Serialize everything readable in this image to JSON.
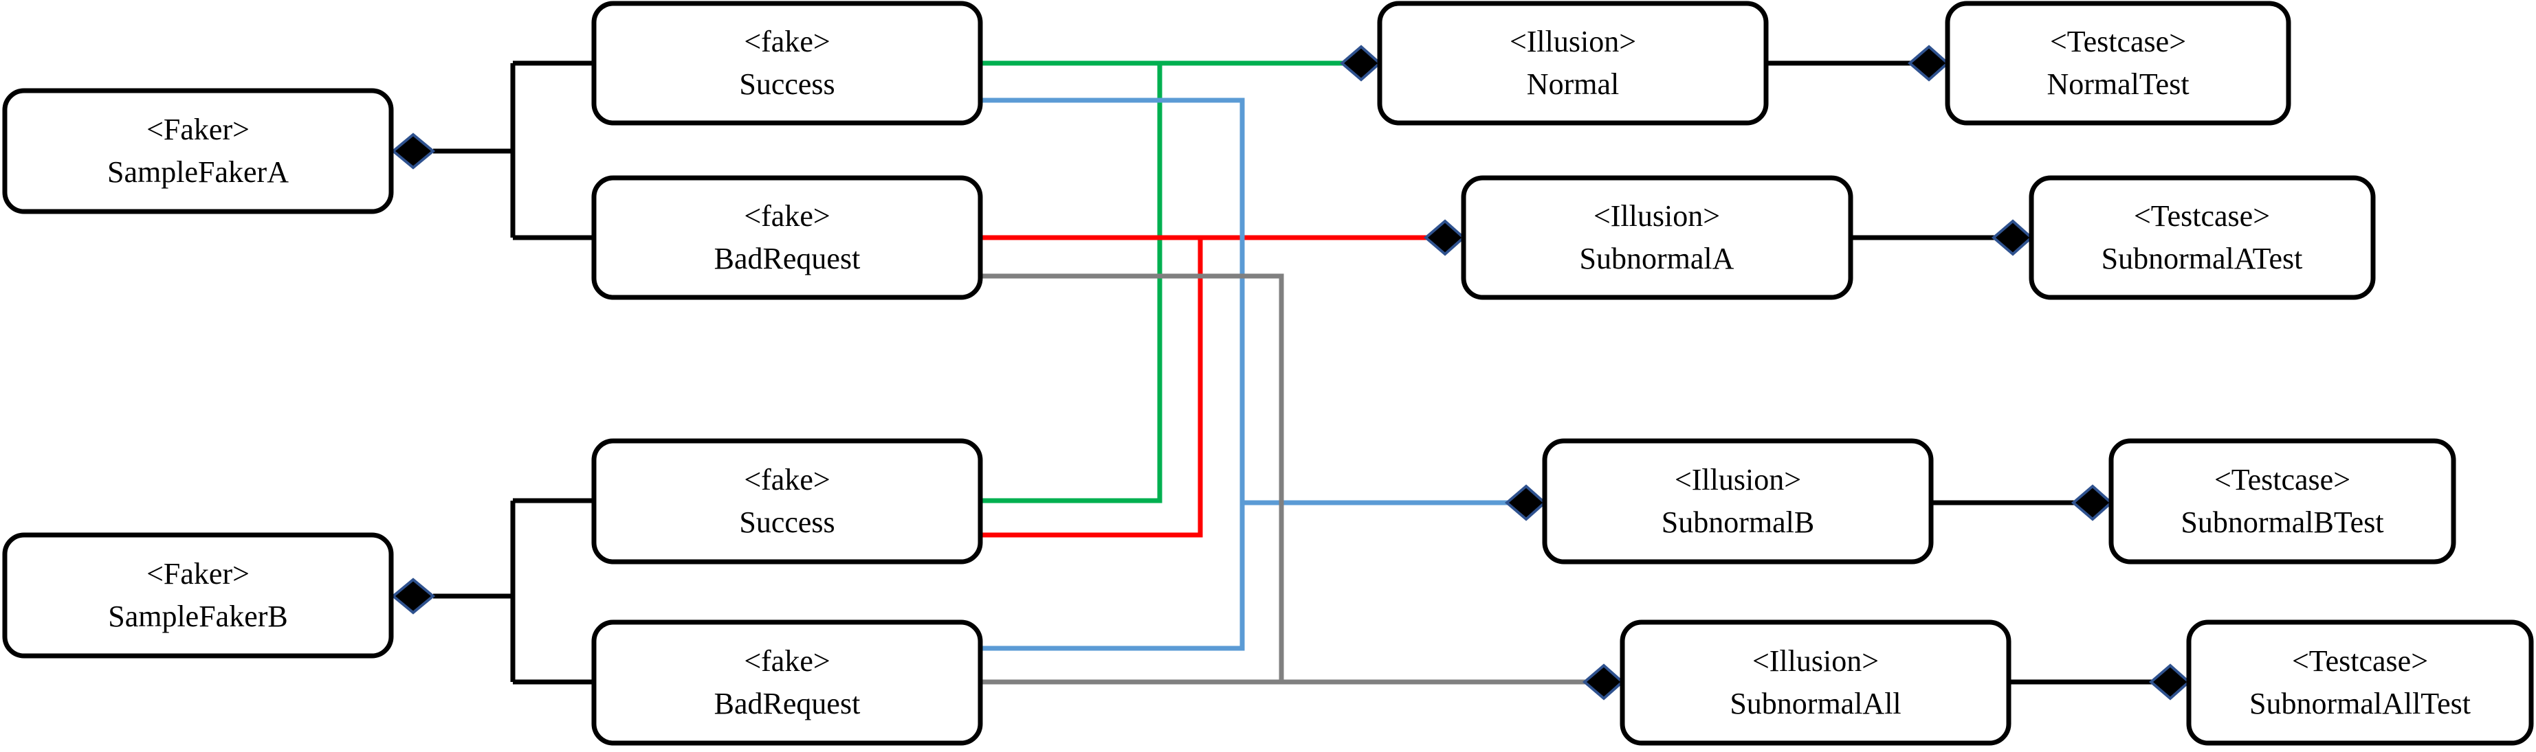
{
  "colors": {
    "success": "#00B050",
    "bad_request_to_subnormal_a": "#FF0000",
    "to_subnormal_b": "#5B9BD5",
    "to_subnormal_all": "#808080",
    "composition": "#000000"
  },
  "nodes": {
    "fakerA": {
      "stereotype": "<Faker>",
      "name": "SampleFakerA"
    },
    "fakerB": {
      "stereotype": "<Faker>",
      "name": "SampleFakerB"
    },
    "successA": {
      "stereotype": "<fake>",
      "name": "Success"
    },
    "badA": {
      "stereotype": "<fake>",
      "name": "BadRequest"
    },
    "successB": {
      "stereotype": "<fake>",
      "name": "Success"
    },
    "badB": {
      "stereotype": "<fake>",
      "name": "BadRequest"
    },
    "normal": {
      "stereotype": "<Illusion>",
      "name": "Normal"
    },
    "subA": {
      "stereotype": "<Illusion>",
      "name": "SubnormalA"
    },
    "subB": {
      "stereotype": "<Illusion>",
      "name": "SubnormalB"
    },
    "subAll": {
      "stereotype": "<Illusion>",
      "name": "SubnormalAll"
    },
    "normalTest": {
      "stereotype": "<Testcase>",
      "name": "NormalTest"
    },
    "subATest": {
      "stereotype": "<Testcase>",
      "name": "SubnormalATest"
    },
    "subBTest": {
      "stereotype": "<Testcase>",
      "name": "SubnormalBTest"
    },
    "subAllTest": {
      "stereotype": "<Testcase>",
      "name": "SubnormalAllTest"
    }
  },
  "edges": [
    {
      "from": "successA",
      "to": "normal",
      "color": "success"
    },
    {
      "from": "successB",
      "to": "normal",
      "color": "success"
    },
    {
      "from": "badA",
      "to": "subA",
      "color": "bad_request_to_subnormal_a"
    },
    {
      "from": "successB",
      "to": "subA",
      "color": "bad_request_to_subnormal_a"
    },
    {
      "from": "successA",
      "to": "subB",
      "color": "to_subnormal_b"
    },
    {
      "from": "badB",
      "to": "subB",
      "color": "to_subnormal_b"
    },
    {
      "from": "badA",
      "to": "subAll",
      "color": "to_subnormal_all"
    },
    {
      "from": "badB",
      "to": "subAll",
      "color": "to_subnormal_all"
    },
    {
      "from": "fakerA",
      "to": [
        "successA",
        "badA"
      ],
      "color": "composition"
    },
    {
      "from": "fakerB",
      "to": [
        "successB",
        "badB"
      ],
      "color": "composition"
    },
    {
      "from": "normal",
      "to": "normalTest",
      "color": "composition"
    },
    {
      "from": "subA",
      "to": "subATest",
      "color": "composition"
    },
    {
      "from": "subB",
      "to": "subBTest",
      "color": "composition"
    },
    {
      "from": "subAll",
      "to": "subAllTest",
      "color": "composition"
    }
  ]
}
